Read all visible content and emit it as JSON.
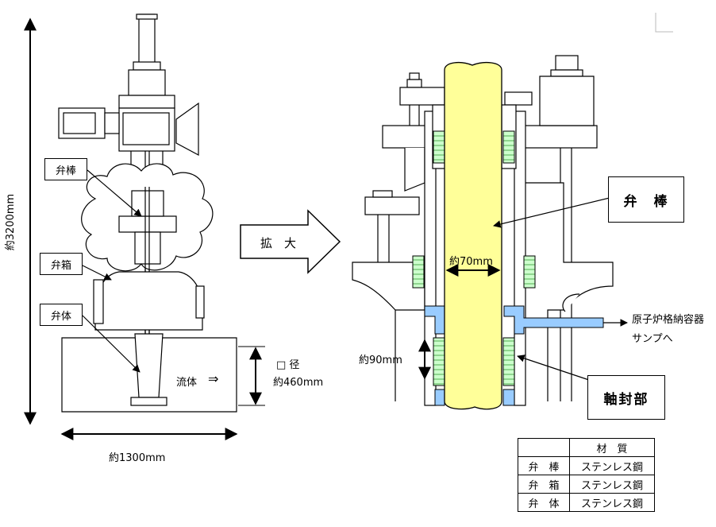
{
  "labels": {
    "height_dim": "約3200mm",
    "width_dim": "約1300mm",
    "bore_symbol": "□ 径",
    "bore_dim": "約460mm",
    "flow": "流体",
    "flow_arrow": "⇒",
    "stem_dia": "約70mm",
    "packing_len": "約90mm",
    "to_sump_1": "原子炉格納容器",
    "to_sump_2": "サンプへ"
  },
  "callouts": {
    "stem_left": "弁棒",
    "bonnet_left": "弁箱",
    "body_left": "弁体",
    "enlarge": "拡　大",
    "stem_right": "弁　棒",
    "seal_right": "軸封部"
  },
  "material_table": {
    "header": [
      "",
      "材　質"
    ],
    "rows": [
      [
        "弁　棒",
        "ステンレス鋼"
      ],
      [
        "弁　箱",
        "ステンレス鋼"
      ],
      [
        "弁　体",
        "ステンレス鋼"
      ]
    ]
  },
  "colors": {
    "stem": "#ffff99",
    "packing": "#ccffcc",
    "leakoff": "#99ccff"
  }
}
